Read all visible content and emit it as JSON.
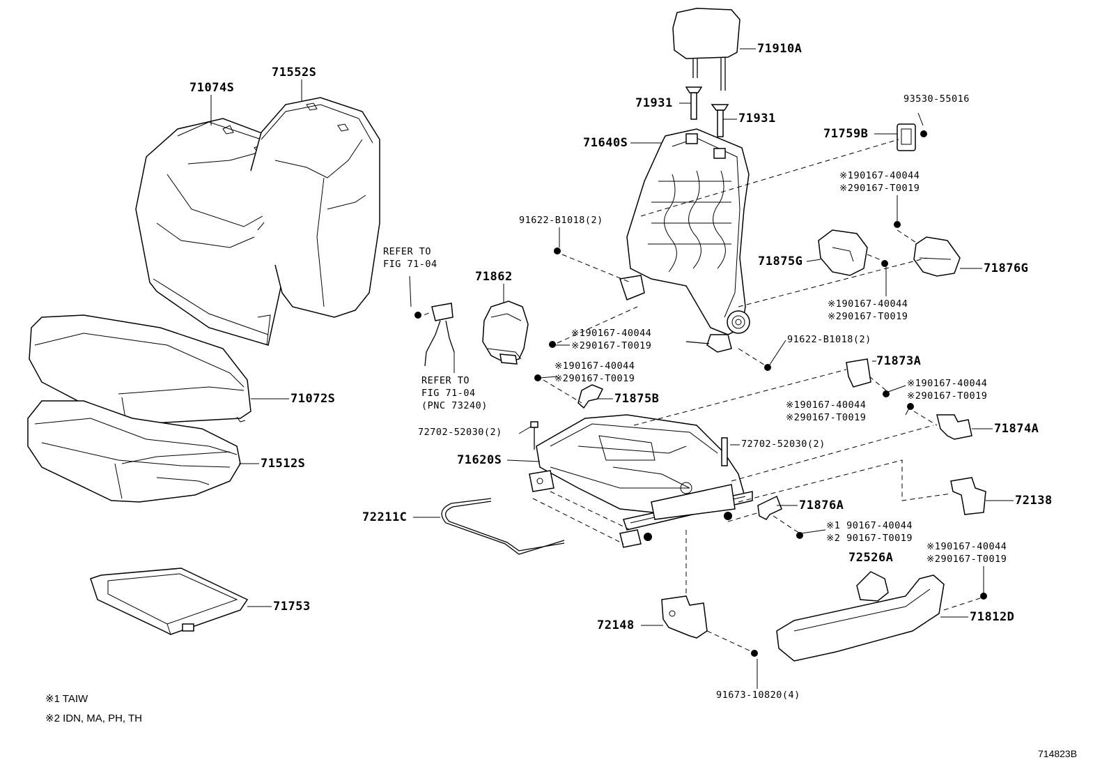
{
  "parts": {
    "p71910A": "71910A",
    "p71931a": "71931",
    "p71931b": "71931",
    "p93530": "93530-55016",
    "p71759B": "71759B",
    "p71640S": "71640S",
    "p71074S": "71074S",
    "p71552S": "71552S",
    "p71862": "71862",
    "p71875G": "71875G",
    "p71876G": "71876G",
    "p71873A": "71873A",
    "p71874A": "71874A",
    "p71875B": "71875B",
    "p71072S": "71072S",
    "p71512S": "71512S",
    "p71620S": "71620S",
    "p72211C": "72211C",
    "p71876A": "71876A",
    "p72138": "72138",
    "p72526A": "72526A",
    "p71812D": "71812D",
    "p72148": "72148",
    "p71753": "71753"
  },
  "fasteners": {
    "f91622a": "91622-B1018(2)",
    "f91622b": "91622-B1018(2)",
    "f72702a": "72702-52030(2)",
    "f72702b": "72702-52030(2)",
    "f91673": "91673-10820(4)"
  },
  "pairs": {
    "pA": [
      "※190167-40044",
      "※290167-T0019"
    ],
    "pB": [
      "※190167-40044",
      "※290167-T0019"
    ],
    "pC": [
      "※190167-40044",
      "※290167-T0019"
    ],
    "pD": [
      "※190167-40044",
      "※290167-T0019"
    ],
    "pE": [
      "※190167-40044",
      "※290167-T0019"
    ],
    "pF": [
      "※190167-40044",
      "※290167-T0019"
    ],
    "pG": [
      "※1 90167-40044",
      "※2 90167-T0019"
    ],
    "pH": [
      "※190167-40044",
      "※290167-T0019"
    ]
  },
  "refs": {
    "r1": [
      "REFER TO",
      "FIG 71-04"
    ],
    "r2": [
      "REFER TO",
      "FIG 71-04",
      "(PNC 73240)"
    ]
  },
  "notes": {
    "n1": "※1  TAIW",
    "n2": "※2  IDN, MA, PH, TH"
  },
  "figure_number": "714823B"
}
